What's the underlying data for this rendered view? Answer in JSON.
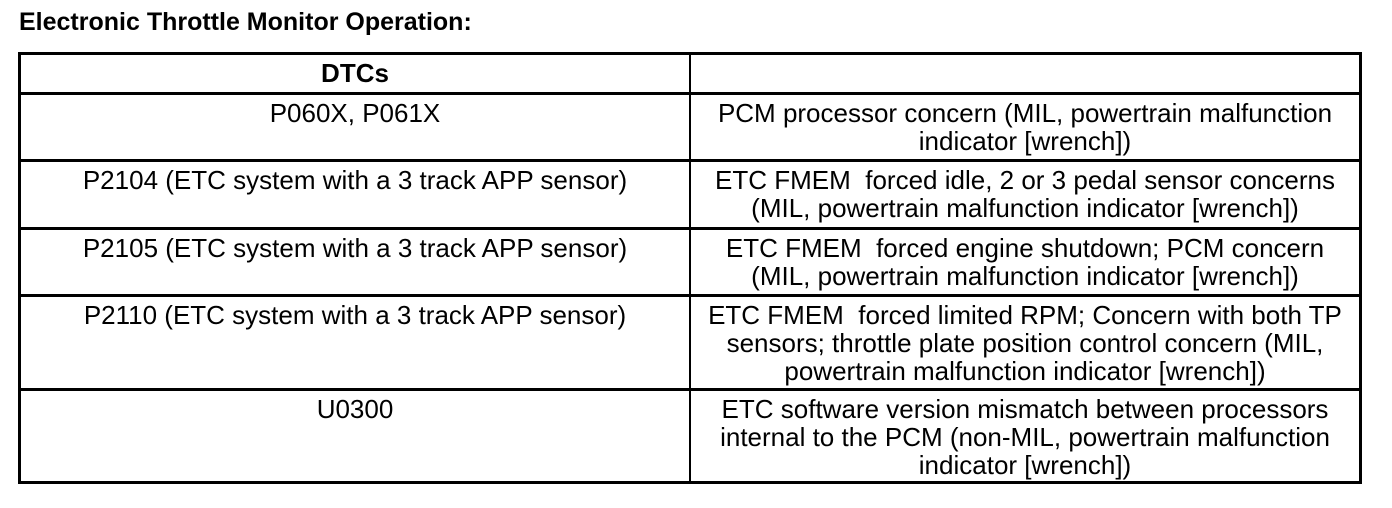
{
  "page": {
    "title": "Electronic Throttle Monitor Operation:"
  },
  "table": {
    "column_headers": [
      "DTCs",
      ""
    ],
    "rows": [
      {
        "dtc": "P060X, P061X",
        "description": "PCM processor concern (MIL, powertrain malfunction indicator [wrench])"
      },
      {
        "dtc": "P2104 (ETC system with a 3 track APP sensor)",
        "description": "ETC FMEM  forced idle, 2 or 3 pedal sensor concerns (MIL, powertrain malfunction indicator [wrench])"
      },
      {
        "dtc": "P2105 (ETC system with a 3 track APP sensor)",
        "description": "ETC FMEM  forced engine shutdown; PCM concern (MIL, powertrain malfunction indicator [wrench])"
      },
      {
        "dtc": "P2110 (ETC system with a 3 track APP sensor)",
        "description": "ETC FMEM  forced limited RPM; Concern with both TP sensors; throttle plate position control concern (MIL, powertrain malfunction indicator [wrench])"
      },
      {
        "dtc": "U0300",
        "description": "ETC software version mismatch between processors internal to the PCM (non-MIL, powertrain malfunction indicator [wrench])"
      }
    ]
  },
  "colors": {
    "text": "#000000",
    "background": "#ffffff",
    "border": "#000000"
  }
}
